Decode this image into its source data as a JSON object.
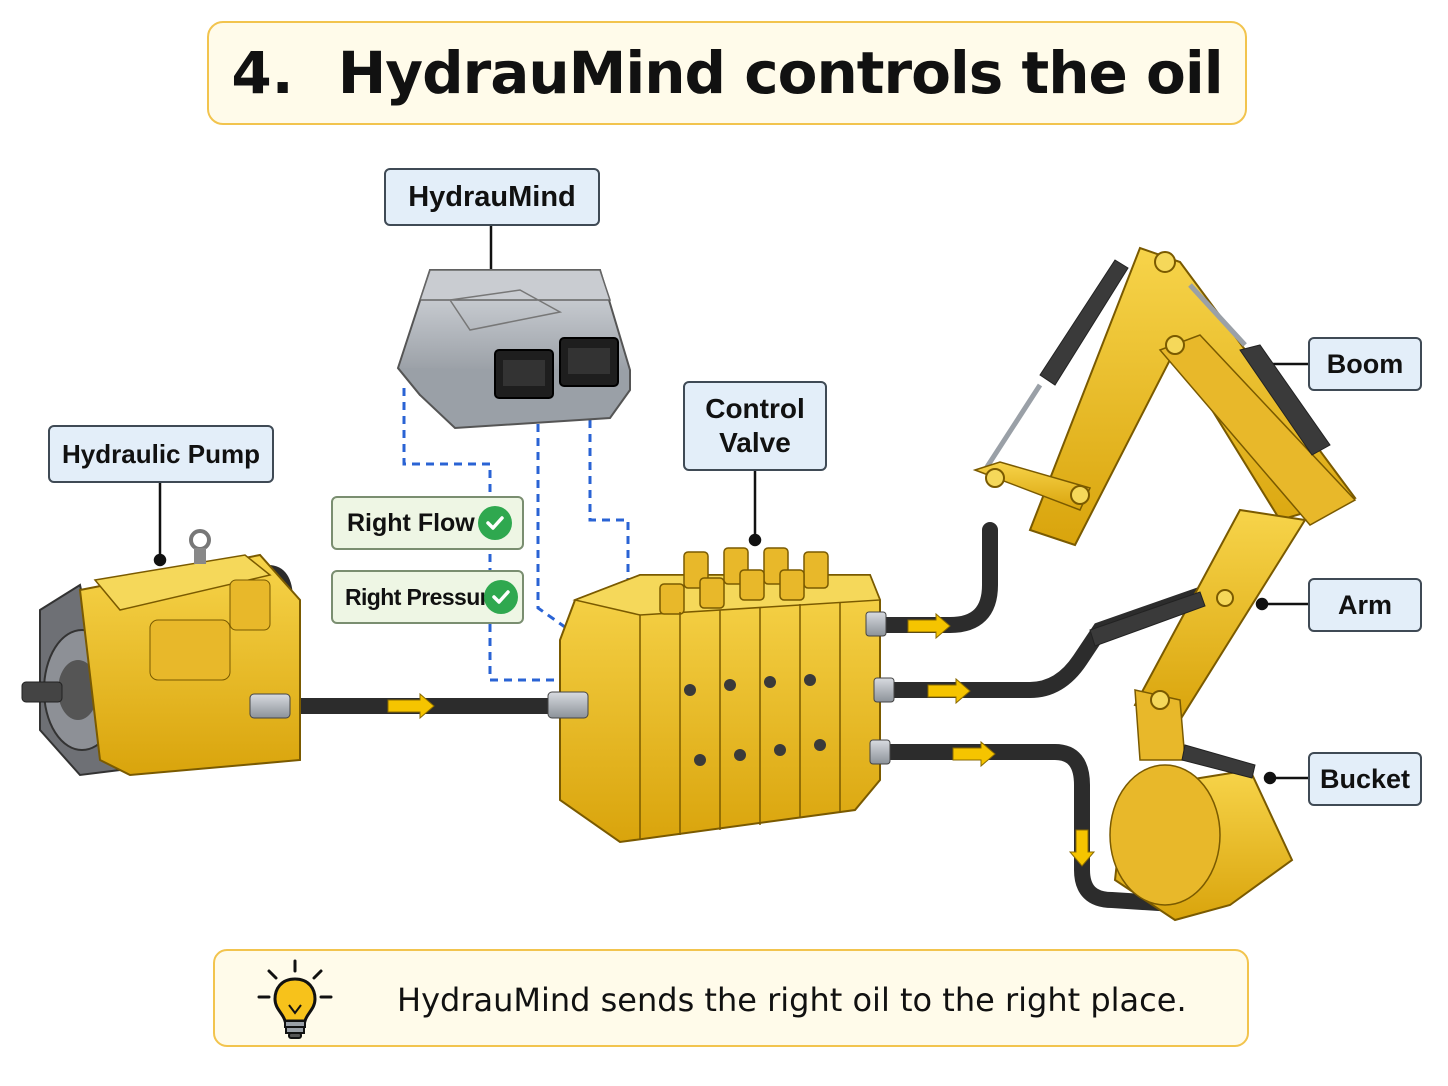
{
  "title": {
    "number": "4.",
    "text": "HydrauMind controls the oil"
  },
  "labels": {
    "controller": "HydrauMind",
    "pump": "Hydraulic Pump",
    "valve_line1": "Control",
    "valve_line2": "Valve",
    "boom": "Boom",
    "arm": "Arm",
    "bucket": "Bucket"
  },
  "checks": {
    "flow": "Right Flow",
    "pressure": "Right Pressure"
  },
  "footer": {
    "message": "HydrauMind sends the right oil to the right place."
  },
  "icons": {
    "check": "check-circle-icon",
    "bulb": "lightbulb-icon",
    "flow_arrow": "arrow-right-icon"
  },
  "colors": {
    "machine_yellow": "#f2c21b",
    "hose": "#2c2c2c",
    "flow_arrow": "#f5c400",
    "signal_line": "#2a63d4",
    "check_green": "#2fa84f",
    "banner_border": "#f2c44e"
  }
}
